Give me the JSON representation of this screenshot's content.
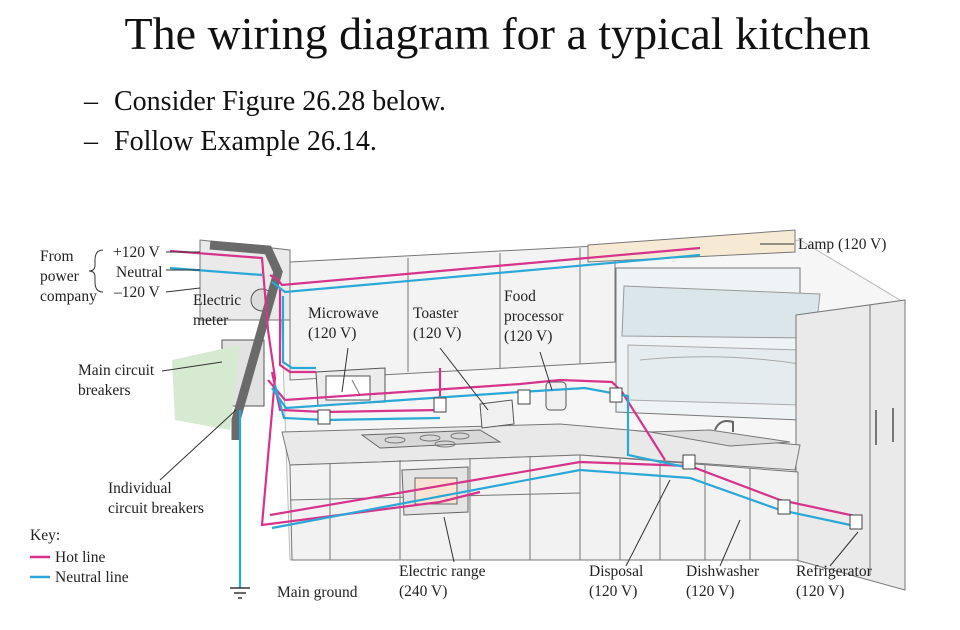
{
  "slide": {
    "title": "The wiring diagram for a typical kitchen",
    "bullets": [
      {
        "marker": "–",
        "text": "Consider Figure 26.28 below."
      },
      {
        "marker": "–",
        "text": "Follow Example 26.14."
      }
    ]
  },
  "diagram": {
    "source": {
      "from": [
        "From",
        "power",
        "company"
      ],
      "lines": [
        "+120 V",
        "Neutral",
        "–120 V"
      ],
      "meter": [
        "Electric",
        "meter"
      ]
    },
    "main_breakers": [
      "Main circuit",
      "breakers"
    ],
    "individual_breakers": [
      "Individual",
      "circuit breakers"
    ],
    "main_ground": "Main ground",
    "appliances": {
      "lamp": {
        "name": "Lamp",
        "voltage": "(120 V)"
      },
      "microwave": {
        "name": "Microwave",
        "voltage": "(120 V)"
      },
      "toaster": {
        "name": "Toaster",
        "voltage": "(120 V)"
      },
      "food_processor": {
        "name": [
          "Food",
          "processor"
        ],
        "voltage": "(120 V)"
      },
      "electric_range": {
        "name": "Electric range",
        "voltage": "(240 V)"
      },
      "disposal": {
        "name": "Disposal",
        "voltage": "(120 V)"
      },
      "dishwasher": {
        "name": "Dishwasher",
        "voltage": "(120 V)"
      },
      "refrigerator": {
        "name": "Refrigerator",
        "voltage": "(120 V)"
      }
    },
    "key": {
      "title": "Key:",
      "hot": {
        "label": "Hot line",
        "color": "#d6338a"
      },
      "neutral": {
        "label": "Neutral line",
        "color": "#2aa8d8"
      }
    }
  }
}
